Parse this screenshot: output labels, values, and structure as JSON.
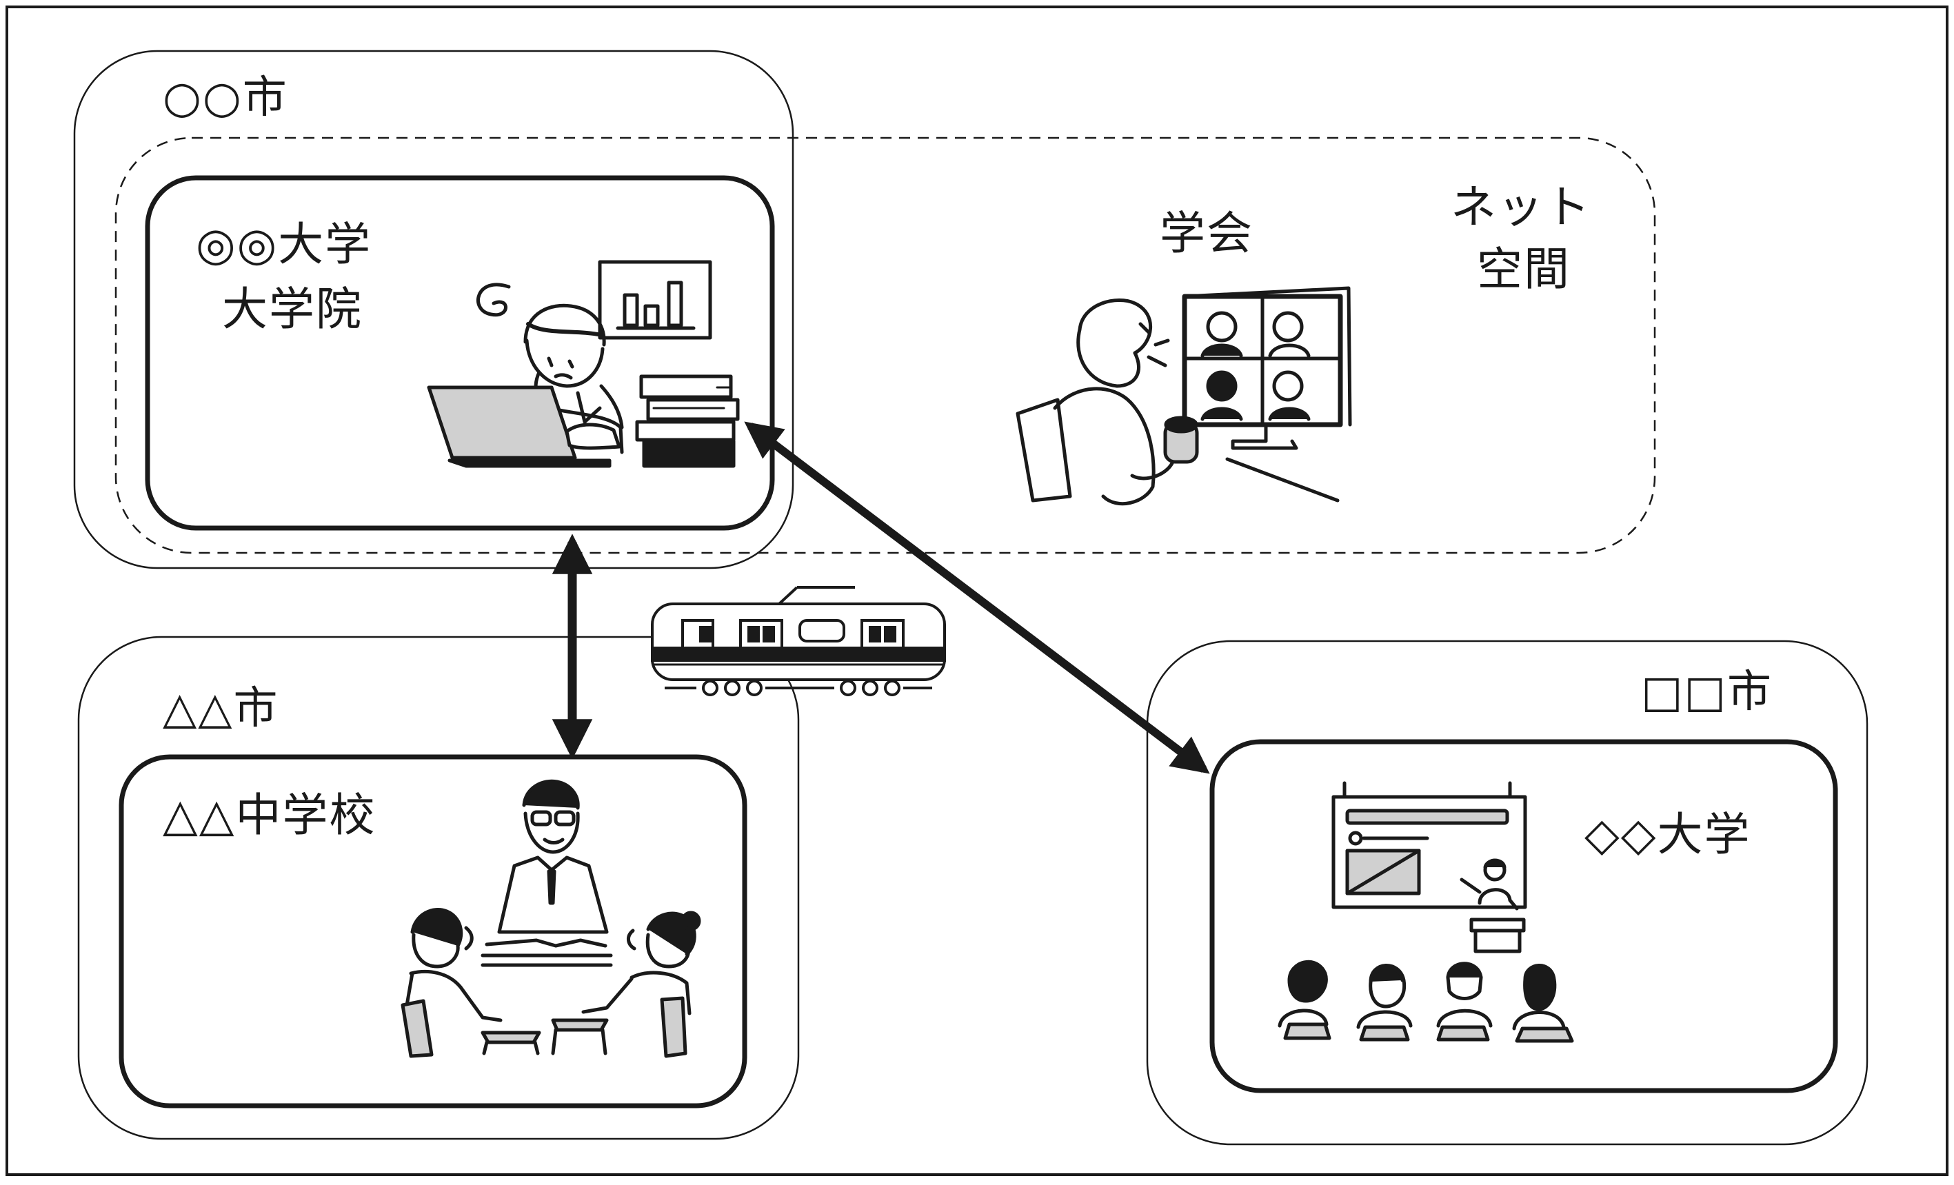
{
  "diagram": {
    "colors": {
      "stroke": "#1a1a1a",
      "fill_gray": "#d0d0d0",
      "background": "#ffffff"
    },
    "regions": {
      "city_oo": {
        "label": "○○市"
      },
      "city_sankaku": {
        "label": "△△市"
      },
      "city_shikaku": {
        "label": "□□市"
      },
      "net_space": {
        "label_line1": "ネット",
        "label_line2": "空間"
      }
    },
    "nodes": {
      "grad_school": {
        "label_line1": "◎◎大学",
        "label_line2": "大学院",
        "icon": "student-at-laptop-icon"
      },
      "conference": {
        "label": "学会",
        "icon": "online-meeting-icon"
      },
      "middle_school": {
        "label": "△△中学校",
        "icon": "classroom-teaching-icon"
      },
      "diamond_univ": {
        "label": "◇◇大学",
        "icon": "lecture-hall-icon"
      }
    },
    "connections": [
      {
        "from": "grad_school",
        "to": "middle_school",
        "via": "train-icon"
      },
      {
        "from": "grad_school",
        "to": "diamond_univ"
      }
    ]
  }
}
